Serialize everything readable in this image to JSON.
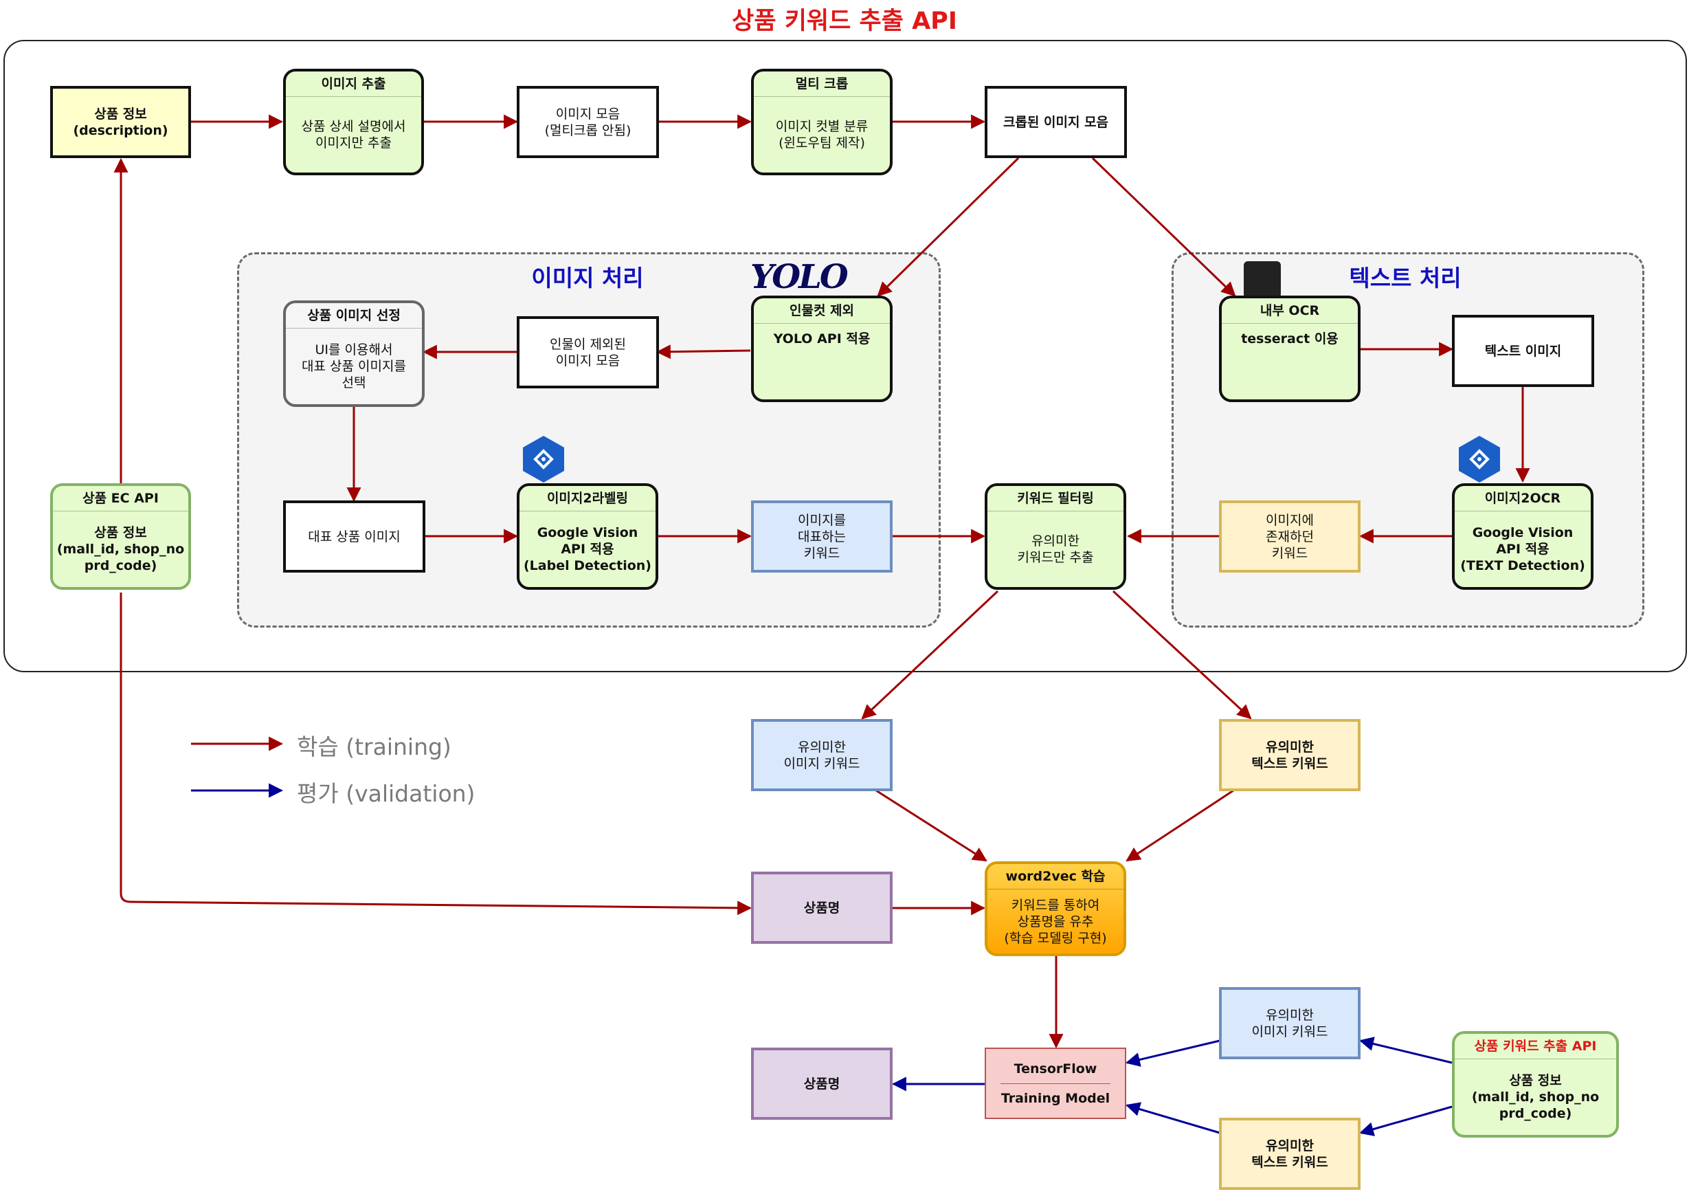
{
  "title": "상품 키워드 추출 API",
  "groups": {
    "image": "이미지 처리",
    "text": "텍스트 처리"
  },
  "logos": {
    "yolo": "YOLO"
  },
  "nodes": {
    "product_info": {
      "text": "상품 정보\n(description)"
    },
    "image_extract": {
      "head": "이미지 추출",
      "body": "상품 상세 설명에서\n이미지만 추출"
    },
    "image_collection": {
      "text": "이미지 모음\n(멀티크롭 안됨)"
    },
    "multi_crop": {
      "head": "멀티 크롭",
      "body": "이미지 컷별 분류\n(윈도우팀 제작)"
    },
    "cropped_images": {
      "text": "크롭된 이미지 모음"
    },
    "product_image_select": {
      "head": "상품 이미지 선정",
      "body": "UI를 이용해서\n대표 상품 이미지를\n선택"
    },
    "person_removed": {
      "text": "인물이 제외된\n이미지 모음"
    },
    "person_cut_remove": {
      "head": "인물컷 제외",
      "body": "YOLO API 적용"
    },
    "internal_ocr": {
      "head": "내부 OCR",
      "body": "tesseract 이용"
    },
    "text_image": {
      "text": "텍스트 이미지"
    },
    "ec_api": {
      "head": "상품 EC API",
      "body": "상품 정보\n(mall_id, shop_no\nprd_code)"
    },
    "rep_image": {
      "text": "대표 상품 이미지"
    },
    "image2label": {
      "head": "이미지2라벨링",
      "body": "Google Vision\nAPI 적용\n(Label Detection)"
    },
    "image_keywords": {
      "text": "이미지를\n대표하는\n키워드"
    },
    "keyword_filter": {
      "head": "키워드 필터링",
      "body": "유의미한\n키워드만 추출"
    },
    "text_keywords": {
      "text": "이미지에\n존재하던\n키워드"
    },
    "image2ocr": {
      "head": "이미지2OCR",
      "body": "Google Vision\nAPI 적용\n(TEXT Detection)"
    },
    "meaningful_image_kw": {
      "text": "유의미한\n이미지 키워드"
    },
    "meaningful_text_kw": {
      "text": "유의미한\n텍스트 키워드"
    },
    "product_name_1": {
      "text": "상품명"
    },
    "word2vec": {
      "head": "word2vec 학습",
      "body": "키워드를 통하여\n상품명을 유추\n(학습 모델링 구현)"
    },
    "tensorflow": {
      "line1": "TensorFlow",
      "line2": "Training Model"
    },
    "product_name_2": {
      "text": "상품명"
    },
    "val_image_kw": {
      "text": "유의미한\n이미지 키워드"
    },
    "val_text_kw": {
      "text": "유의미한\n텍스트 키워드"
    },
    "api_card": {
      "head": "상품 키워드 추출 API",
      "body": "상품 정보\n(mall_id, shop_no\nprd_code)"
    }
  },
  "legend": [
    {
      "label": "학습 (training)",
      "color": "#a00000"
    },
    {
      "label": "평가 (validation)",
      "color": "#000099"
    }
  ],
  "colors": {
    "training_arrow": "#a00000",
    "validation_arrow": "#000099",
    "title": "#e01818",
    "group_title": "#1010c0"
  }
}
